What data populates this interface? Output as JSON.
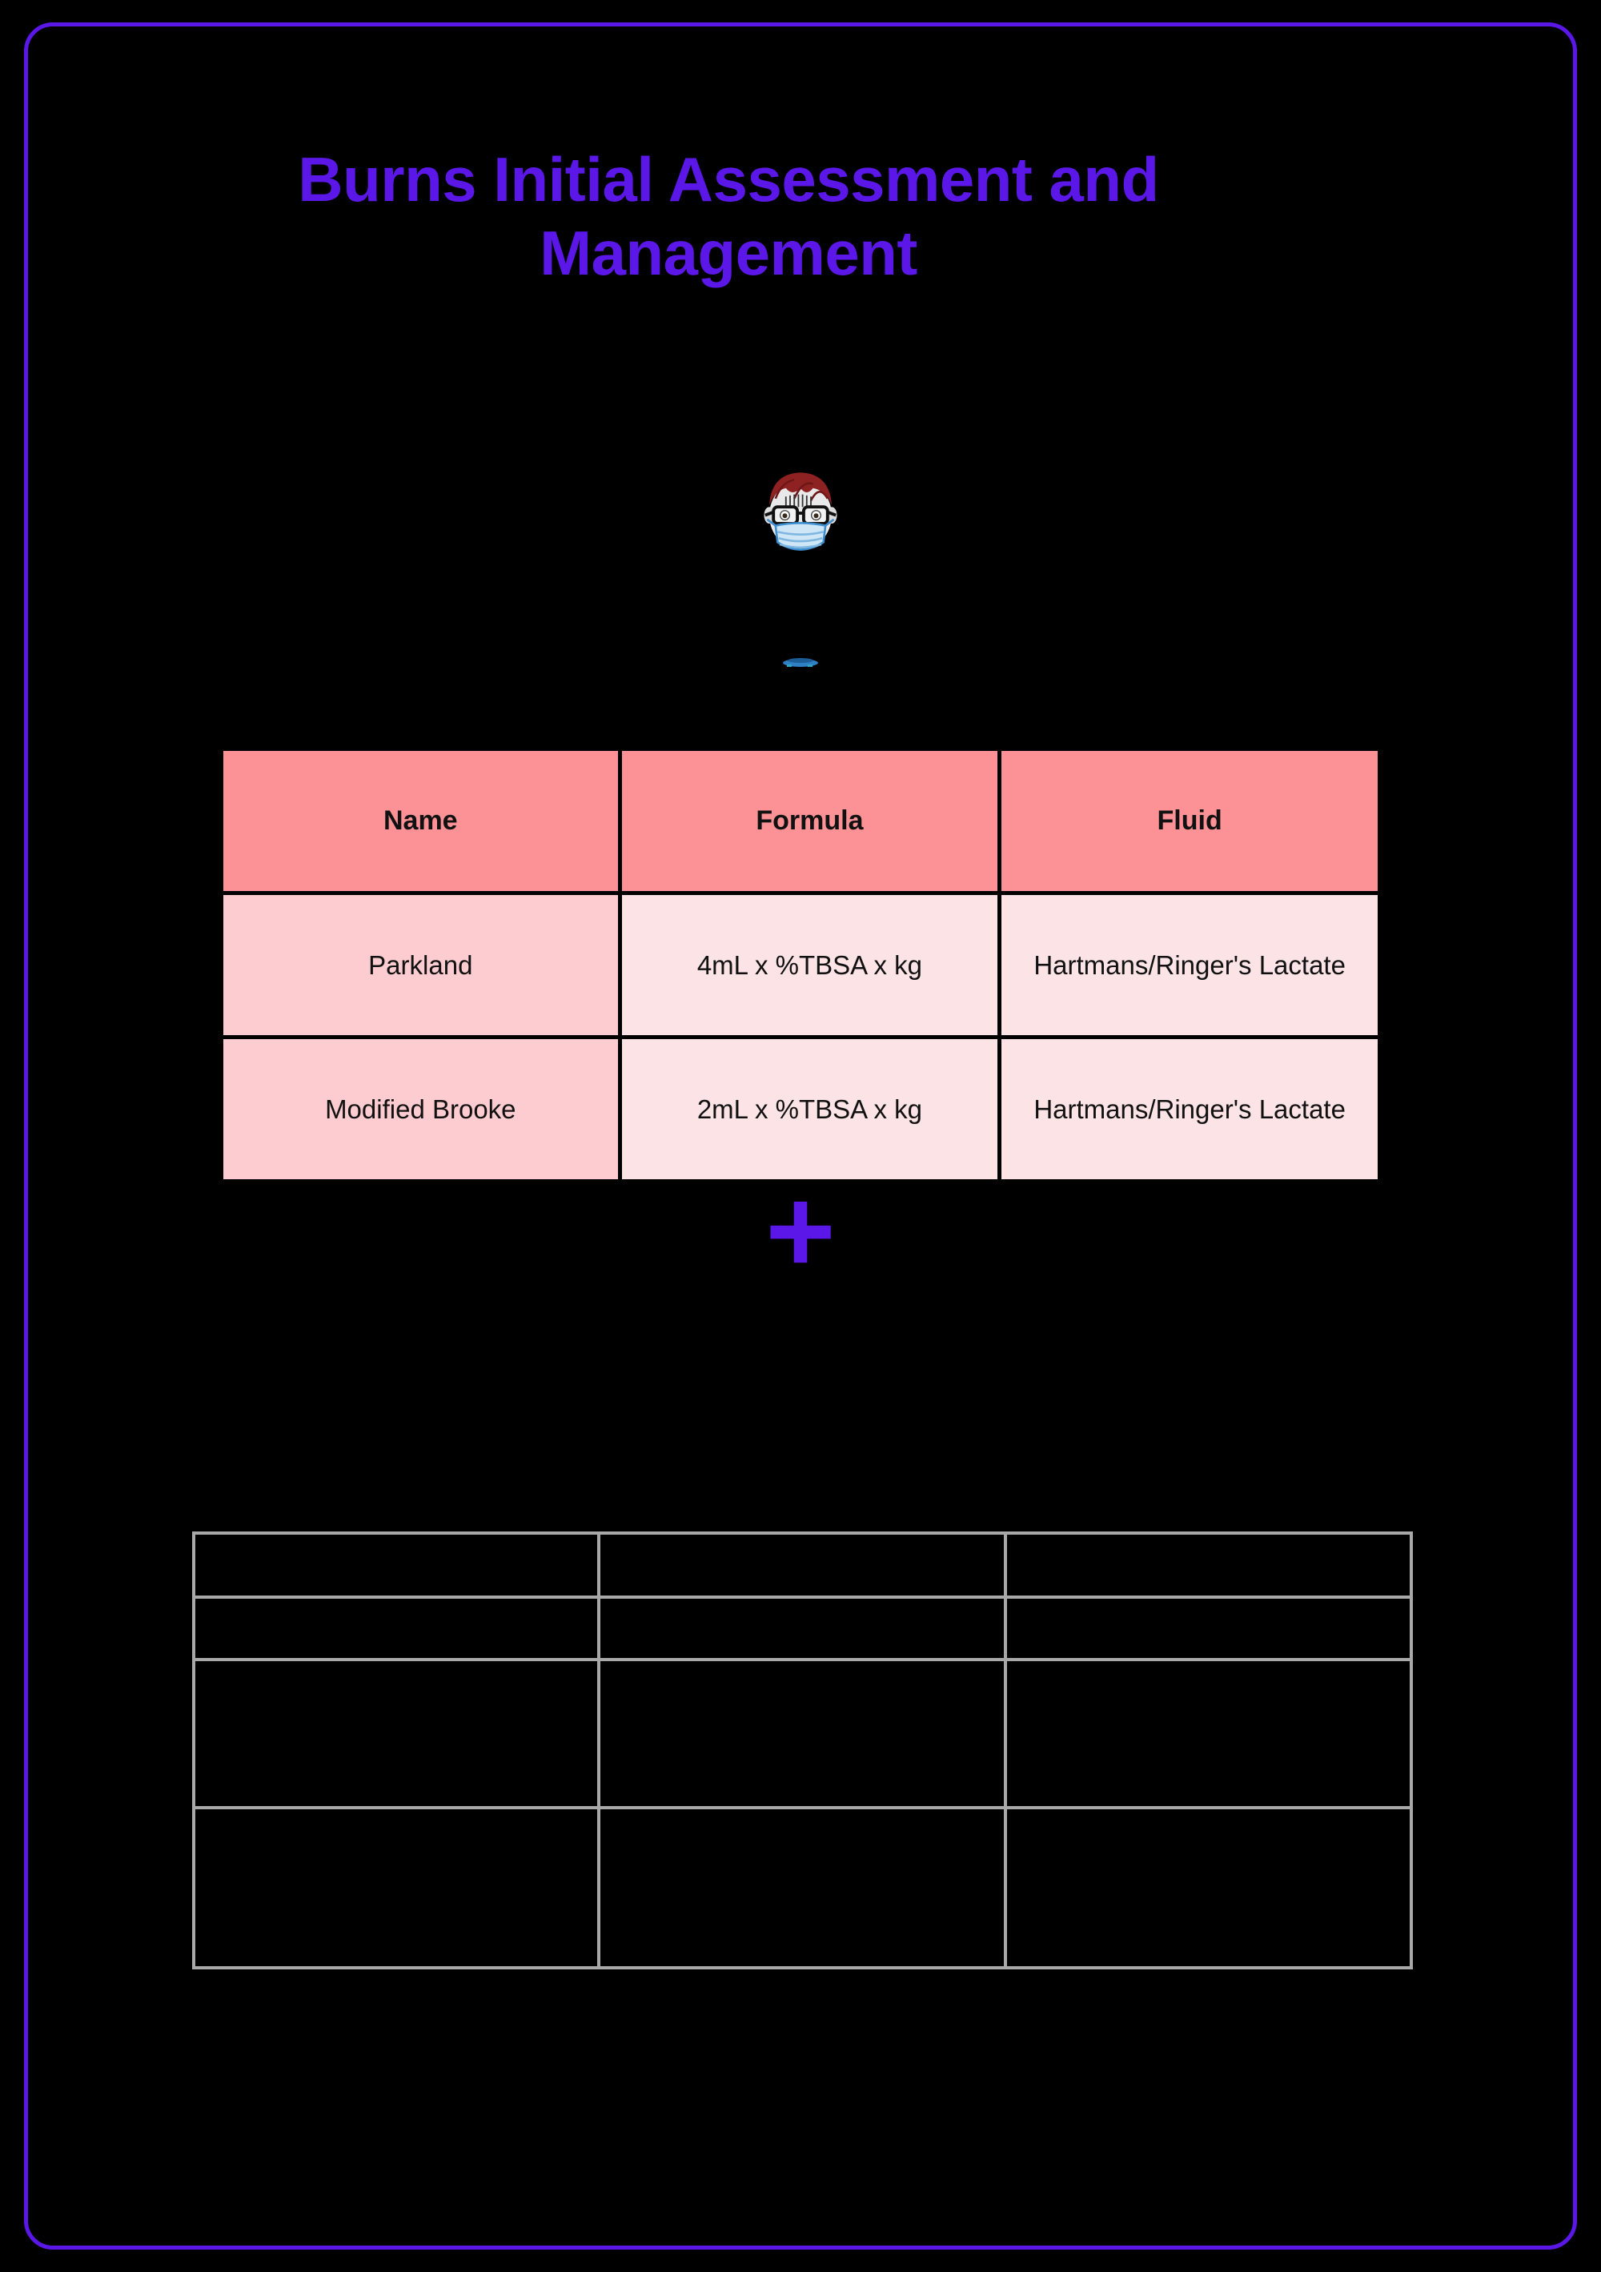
{
  "page": {
    "background_color": "#000000",
    "frame_color": "#5b17e8",
    "accent_color": "#5b17e8"
  },
  "title": {
    "text": "Burns Initial Assessment and Management",
    "color": "#5b17e8"
  },
  "avatar": {
    "icon_name": "doctor-face-with-medical-mask-emoji",
    "emoji": "😷",
    "description": "Face with red hair, black glasses and blue surgical mask"
  },
  "small_glyph": {
    "icon_name": "small-blue-sliver-glyph",
    "color": "#2f7fc4"
  },
  "plus": {
    "icon_name": "plus-icon",
    "symbol": "+",
    "color": "#5b17e8"
  },
  "fluid_table": {
    "name": "burn-fluid-resuscitation-formulas",
    "header_color": "#fc9196",
    "name_cell_color": "#fcccd0",
    "other_cell_color": "#fce4e6",
    "columns": [
      "Name",
      "Formula",
      "Fluid"
    ],
    "rows": [
      {
        "name": "Parkland",
        "formula": "4mL x %TBSA x kg",
        "fluid": "Hartmans/Ringer's Lactate"
      },
      {
        "name": "Modified Brooke",
        "formula": "2mL x %TBSA x kg",
        "fluid": "Hartmans/Ringer's Lactate"
      }
    ]
  },
  "blank_table": {
    "name": "empty-grid-table",
    "border_color": "#a8a8a8",
    "columns": 3,
    "rows": 4,
    "cells": [
      [
        "",
        "",
        ""
      ],
      [
        "",
        "",
        ""
      ],
      [
        "",
        "",
        ""
      ],
      [
        "",
        "",
        ""
      ]
    ]
  }
}
